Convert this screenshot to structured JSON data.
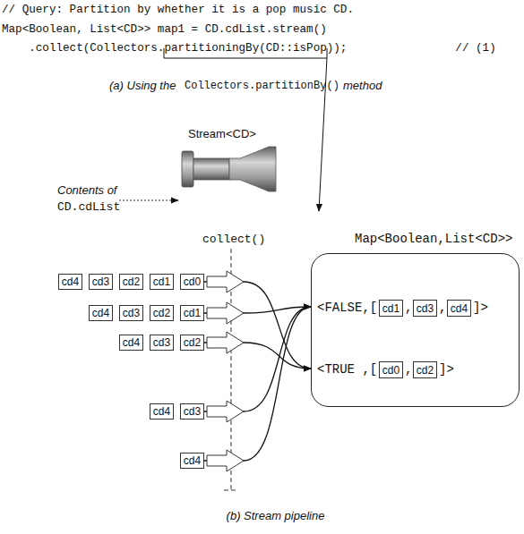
{
  "diagram": {
    "caption": "(b) Stream pipeline",
    "nodes": [
      {
        "text": [
          "cd4"
        ]
      },
      {
        "text": [
          "cd3"
        ]
      },
      {
        "text": [
          "cd2"
        ]
      },
      {
        "text": [
          "cd1"
        ]
      },
      {
        "text": [
          "cd0"
        ]
      },
      {
        "text": [
          "cd4"
        ]
      },
      {
        "text": [
          "cd3"
        ]
      },
      {
        "text": [
          "cd2"
        ]
      },
      {
        "text": [
          "cd1"
        ]
      },
      {
        "text": [
          "cd4"
        ]
      },
      {
        "text": [
          "cd3"
        ]
      },
      {
        "text": [
          "cd2"
        ]
      },
      {
        "text": [
          "cd4"
        ]
      },
      {
        "text": [
          "cd3"
        ]
      },
      {
        "text": [
          "cd4"
        ]
      },
      {
        "text": [
          "Map<Boolean,List<CD>>",
          "<FALSE,[",
          ",",
          ",",
          "]>",
          "<TRUE ,[",
          ",",
          "]>"
        ]
      },
      {
        "text": [
          "cd1"
        ],
        "in": 15
      },
      {
        "text": [
          "cd3"
        ],
        "in": 15
      },
      {
        "text": [
          "cd4"
        ],
        "in": 15
      },
      {
        "text": [
          "cd0"
        ],
        "in": 15
      },
      {
        "text": [
          "cd2"
        ],
        "in": 15
      }
    ],
    "edges": [
      {
        "from": 4,
        "to": 15,
        "arrow": "to"
      },
      {
        "from": 8,
        "to": 15,
        "arrow": "to"
      },
      {
        "from": 11,
        "to": 15,
        "arrow": "to"
      },
      {
        "from": 13,
        "to": 15,
        "arrow": "to"
      },
      {
        "from": 14,
        "to": 15,
        "arrow": "to"
      }
    ],
    "labels": [
      "// Query: Partition by whether it is a pop music CD.",
      "Map<Boolean, List<CD>> map1 = CD.cdList.stream()",
      "    .collect(Collectors.partitioningBy(CD::isPop));                // (1)",
      "(a) Using the",
      "Collectors.partitionBy()",
      "method",
      "Stream<CD>",
      "Contents of",
      "CD.cdList",
      "collect()"
    ]
  }
}
